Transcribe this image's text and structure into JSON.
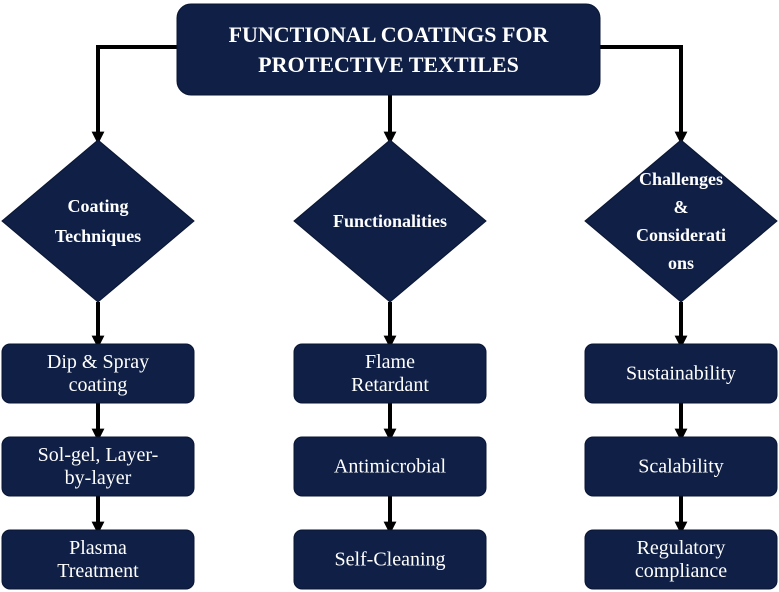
{
  "colors": {
    "node_fill": "#0f1f45",
    "node_stroke": "#0a1633",
    "arrow": "#000000",
    "text": "#ffffff"
  },
  "title": {
    "lines": [
      "FUNCTIONAL COATINGS FOR",
      "PROTECTIVE TEXTILES"
    ]
  },
  "columns": [
    {
      "diamond": {
        "lines": [
          "Coating",
          "Techniques"
        ]
      },
      "steps": [
        {
          "lines": [
            "Dip & Spray",
            "coating"
          ]
        },
        {
          "lines": [
            "Sol-gel, Layer-",
            "by-layer"
          ]
        },
        {
          "lines": [
            "Plasma",
            "Treatment"
          ]
        }
      ]
    },
    {
      "diamond": {
        "lines": [
          "Functionalities"
        ]
      },
      "steps": [
        {
          "lines": [
            "Flame",
            "Retardant"
          ]
        },
        {
          "lines": [
            "Antimicrobial"
          ]
        },
        {
          "lines": [
            "Self-Cleaning"
          ]
        }
      ]
    },
    {
      "diamond": {
        "lines": [
          "Challenges",
          "&",
          "Considerati",
          "ons"
        ]
      },
      "steps": [
        {
          "lines": [
            "Sustainability"
          ]
        },
        {
          "lines": [
            "Scalability"
          ]
        },
        {
          "lines": [
            "Regulatory",
            "compliance"
          ]
        }
      ]
    }
  ]
}
